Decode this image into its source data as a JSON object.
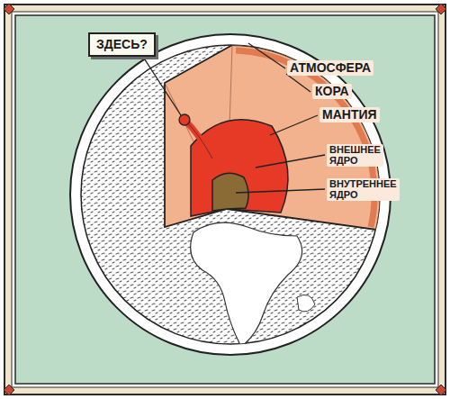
{
  "diagram": {
    "nodes": [
      {
        "text": [
          "ЗДЕСЬ?"
        ]
      }
    ],
    "labels": [
      "АТМОСФЕРА",
      "КОРА",
      "МАНТИЯ",
      "ВНЕШНЕЕ ЯДРО",
      "ВНУТРЕННЕЕ ЯДРО"
    ]
  }
}
